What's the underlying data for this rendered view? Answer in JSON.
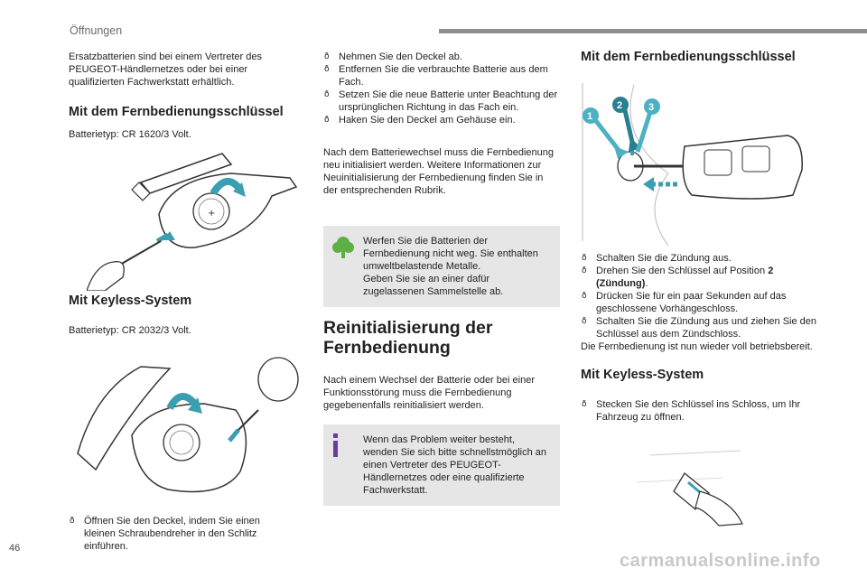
{
  "header": {
    "section": "Öffnungen"
  },
  "col1": {
    "intro": "Ersatzbatterien sind bei einem Vertreter des PEUGEOT-Händlernetzes oder bei einer qualifizierten Fachwerkstatt erhältlich.",
    "h_remote": "Mit dem Fernbedienungsschlüssel",
    "battery_remote": "Batterietyp: CR 1620/3 Volt.",
    "h_keyless": "Mit Keyless-System",
    "battery_keyless": "Batterietyp: CR 2032/3 Volt.",
    "step_open": "Öffnen Sie den Deckel, indem Sie einen kleinen Schraubendreher in den Schlitz einführen."
  },
  "col2": {
    "steps": [
      "Nehmen Sie den Deckel ab.",
      "Entfernen Sie die verbrauchte Batterie aus dem Fach.",
      "Setzen Sie die neue Batterie unter Beachtung der ursprünglichen Richtung in das Fach ein.",
      "Haken Sie den Deckel am Gehäuse ein."
    ],
    "after_change": "Nach dem Batteriewechsel muss die Fernbedienung neu initialisiert werden. Weitere Informationen zur Neuinitialisierung der Fernbedienung finden Sie in der entsprechenden Rubrik.",
    "eco_line1": "Werfen Sie die Batterien der Fernbedienung nicht weg. Sie enthalten umweltbelastende Metalle.",
    "eco_line2": "Geben Sie sie an einer dafür zugelassenen Sammelstelle ab.",
    "h_reinit": "Reinitialisierung der Fernbedienung",
    "reinit_text": "Nach einem Wechsel der Batterie oder bei einer Funktionsstörung muss die Fernbedienung gegebenenfalls reinitialisiert werden.",
    "info_text": "Wenn das Problem weiter besteht, wenden Sie sich bitte schnellstmöglich an einen Vertreter des PEUGEOT-Händlernetzes oder eine qualifizierte Fachwerkstatt."
  },
  "col3": {
    "h_remote": "Mit dem Fernbedienungsschlüssel",
    "badges": [
      "1",
      "2",
      "3"
    ],
    "step1": "Schalten Sie die Zündung aus.",
    "step2_pre": "Drehen Sie den Schlüssel auf Position",
    "step2_bold": "2 (Zündung)",
    "step2_post": ".",
    "step3": "Drücken Sie für ein paar Sekunden auf das geschlossene Vorhängeschloss.",
    "step4": "Schalten Sie die Zündung aus und ziehen Sie den Schlüssel aus dem Zündschloss.",
    "result": "Die Fernbedienung ist nun wieder voll betriebsbereit.",
    "h_keyless": "Mit Keyless-System",
    "keyless_step": "Stecken Sie den Schlüssel ins Schloss, um Ihr Fahrzeug zu öffnen."
  },
  "footer": {
    "page": "46",
    "watermark": "carmanualsonline.info"
  },
  "colors": {
    "accent": "#3a9fb0",
    "badge": "#4cb1c2",
    "green": "#5db144",
    "info": "#6a3aa0",
    "box": "#e6e6e6"
  }
}
